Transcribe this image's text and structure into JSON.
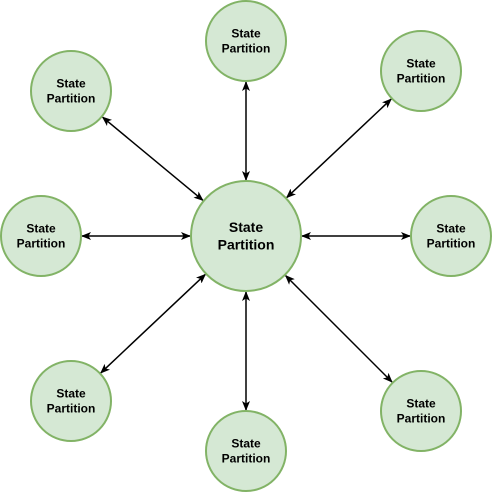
{
  "diagram": {
    "center": {
      "id": "center",
      "line1": "State",
      "line2": "Partition"
    },
    "satellites": [
      {
        "id": "top",
        "line1": "State",
        "line2": "Partition"
      },
      {
        "id": "top-right",
        "line1": "State",
        "line2": "Partition"
      },
      {
        "id": "right",
        "line1": "State",
        "line2": "Partition"
      },
      {
        "id": "bottom-right",
        "line1": "State",
        "line2": "Partition"
      },
      {
        "id": "bottom",
        "line1": "State",
        "line2": "Partition"
      },
      {
        "id": "bottom-left",
        "line1": "State",
        "line2": "Partition"
      },
      {
        "id": "left",
        "line1": "State",
        "line2": "Partition"
      },
      {
        "id": "top-left",
        "line1": "State",
        "line2": "Partition"
      }
    ],
    "edges": [
      {
        "from": "center",
        "to": "top",
        "arrows": "both"
      },
      {
        "from": "center",
        "to": "top-right",
        "arrows": "both"
      },
      {
        "from": "center",
        "to": "right",
        "arrows": "both"
      },
      {
        "from": "center",
        "to": "bottom-right",
        "arrows": "both"
      },
      {
        "from": "center",
        "to": "bottom",
        "arrows": "both"
      },
      {
        "from": "center",
        "to": "bottom-left",
        "arrows": "both"
      },
      {
        "from": "center",
        "to": "left",
        "arrows": "both"
      },
      {
        "from": "center",
        "to": "top-left",
        "arrows": "both"
      }
    ],
    "colors": {
      "node_fill": "#d5e8d4",
      "node_stroke": "#82b366",
      "edge": "#000000",
      "text": "#000000"
    }
  }
}
